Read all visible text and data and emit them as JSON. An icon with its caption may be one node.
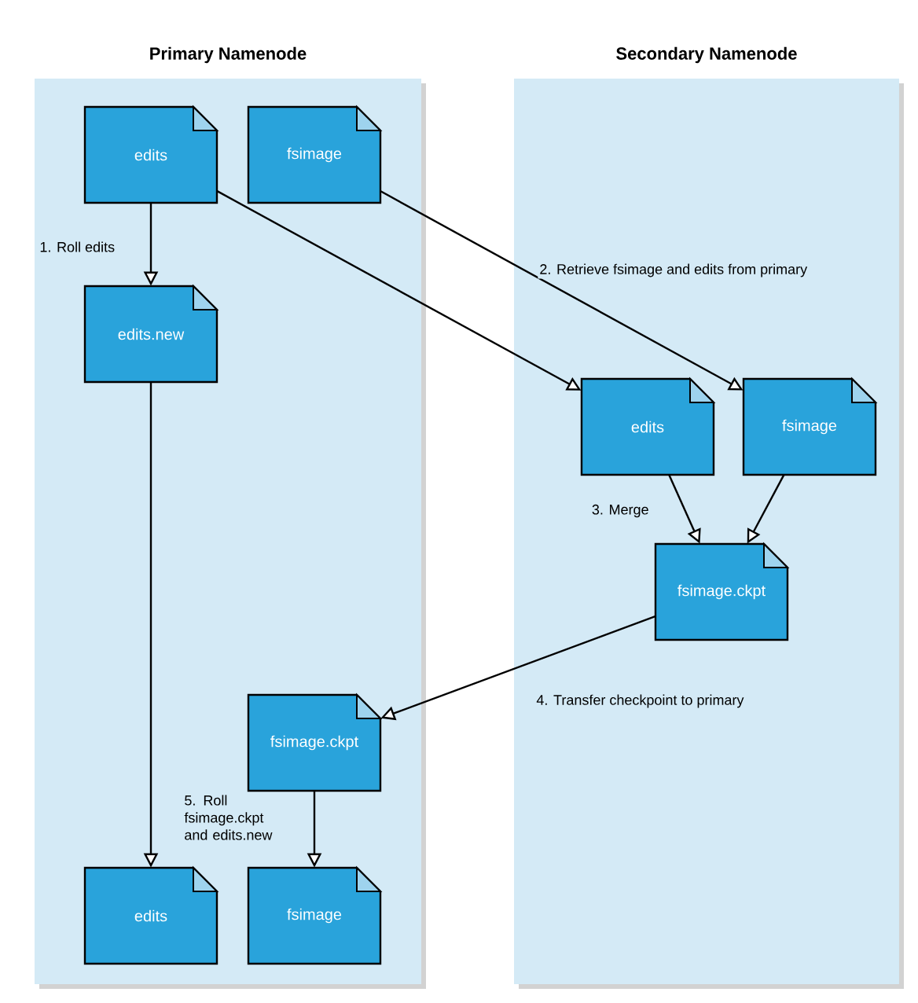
{
  "diagram": {
    "nodes": [
      {
        "text": [
          "Primary Namenode"
        ]
      },
      {
        "text": [
          "Secondary Namenode"
        ]
      },
      {
        "text": [
          "edits"
        ],
        "in": 0
      },
      {
        "text": [
          "fsimage"
        ],
        "in": 0
      },
      {
        "text": [
          "edits.new"
        ],
        "in": 0
      },
      {
        "text": [
          "edits"
        ],
        "in": 1
      },
      {
        "text": [
          "fsimage"
        ],
        "in": 1
      },
      {
        "text": [
          "fsimage.ckpt"
        ],
        "in": 1
      },
      {
        "text": [
          "fsimage.ckpt"
        ],
        "in": 0
      },
      {
        "text": [
          "edits"
        ],
        "in": 0
      },
      {
        "text": [
          "fsimage"
        ],
        "in": 0
      }
    ],
    "edges": [
      {
        "from": 2,
        "to": 4,
        "arrow": "to",
        "label": "1. Roll edits"
      },
      {
        "from": 2,
        "to": 5,
        "arrow": "to"
      },
      {
        "from": 3,
        "to": 6,
        "arrow": "to"
      },
      {
        "from": 5,
        "to": 7,
        "arrow": "to",
        "label": "3. Merge"
      },
      {
        "from": 6,
        "to": 7,
        "arrow": "to"
      },
      {
        "from": 7,
        "to": 8,
        "arrow": "to"
      },
      {
        "from": 4,
        "to": 9,
        "arrow": "to"
      },
      {
        "from": 8,
        "to": 10,
        "arrow": "to"
      }
    ],
    "labels": [
      "2. Retrieve fsimage and edits from primary",
      "4. Transfer checkpoint to primary",
      "5. Roll fsimage.ckpt and edits.new"
    ]
  }
}
